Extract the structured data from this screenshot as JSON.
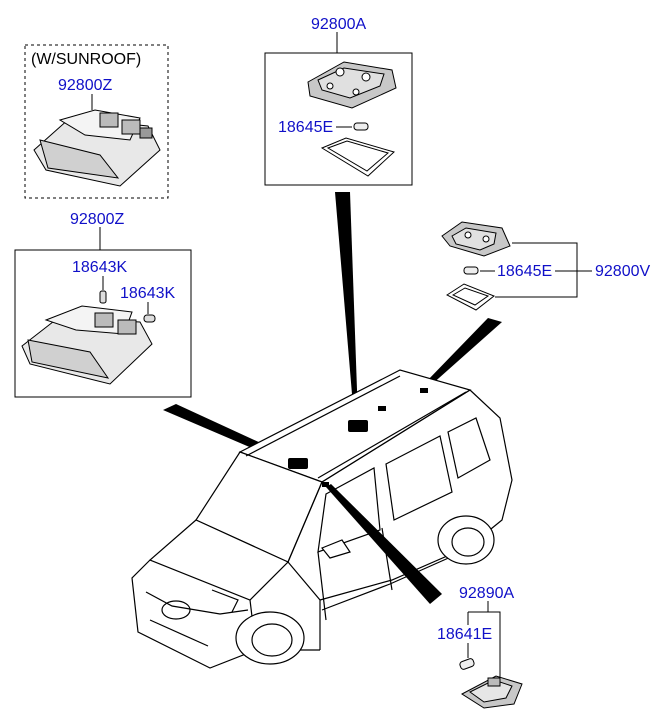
{
  "labels": {
    "sunroof_note": "(W/SUNROOF)",
    "part_92800z_sunroof": "92800Z",
    "part_92800z": "92800Z",
    "part_18643k_a": "18643K",
    "part_18643k_b": "18643K",
    "part_92800a": "92800A",
    "part_18645e_a": "18645E",
    "part_18645e_b": "18645E",
    "part_92800v": "92800V",
    "part_92890a": "92890A",
    "part_18641e": "18641E"
  },
  "colors": {
    "part_number": "#1010c8",
    "line": "#000000",
    "housing_fill": "#e8e8e8",
    "housing_dark": "#9a9a9a"
  }
}
